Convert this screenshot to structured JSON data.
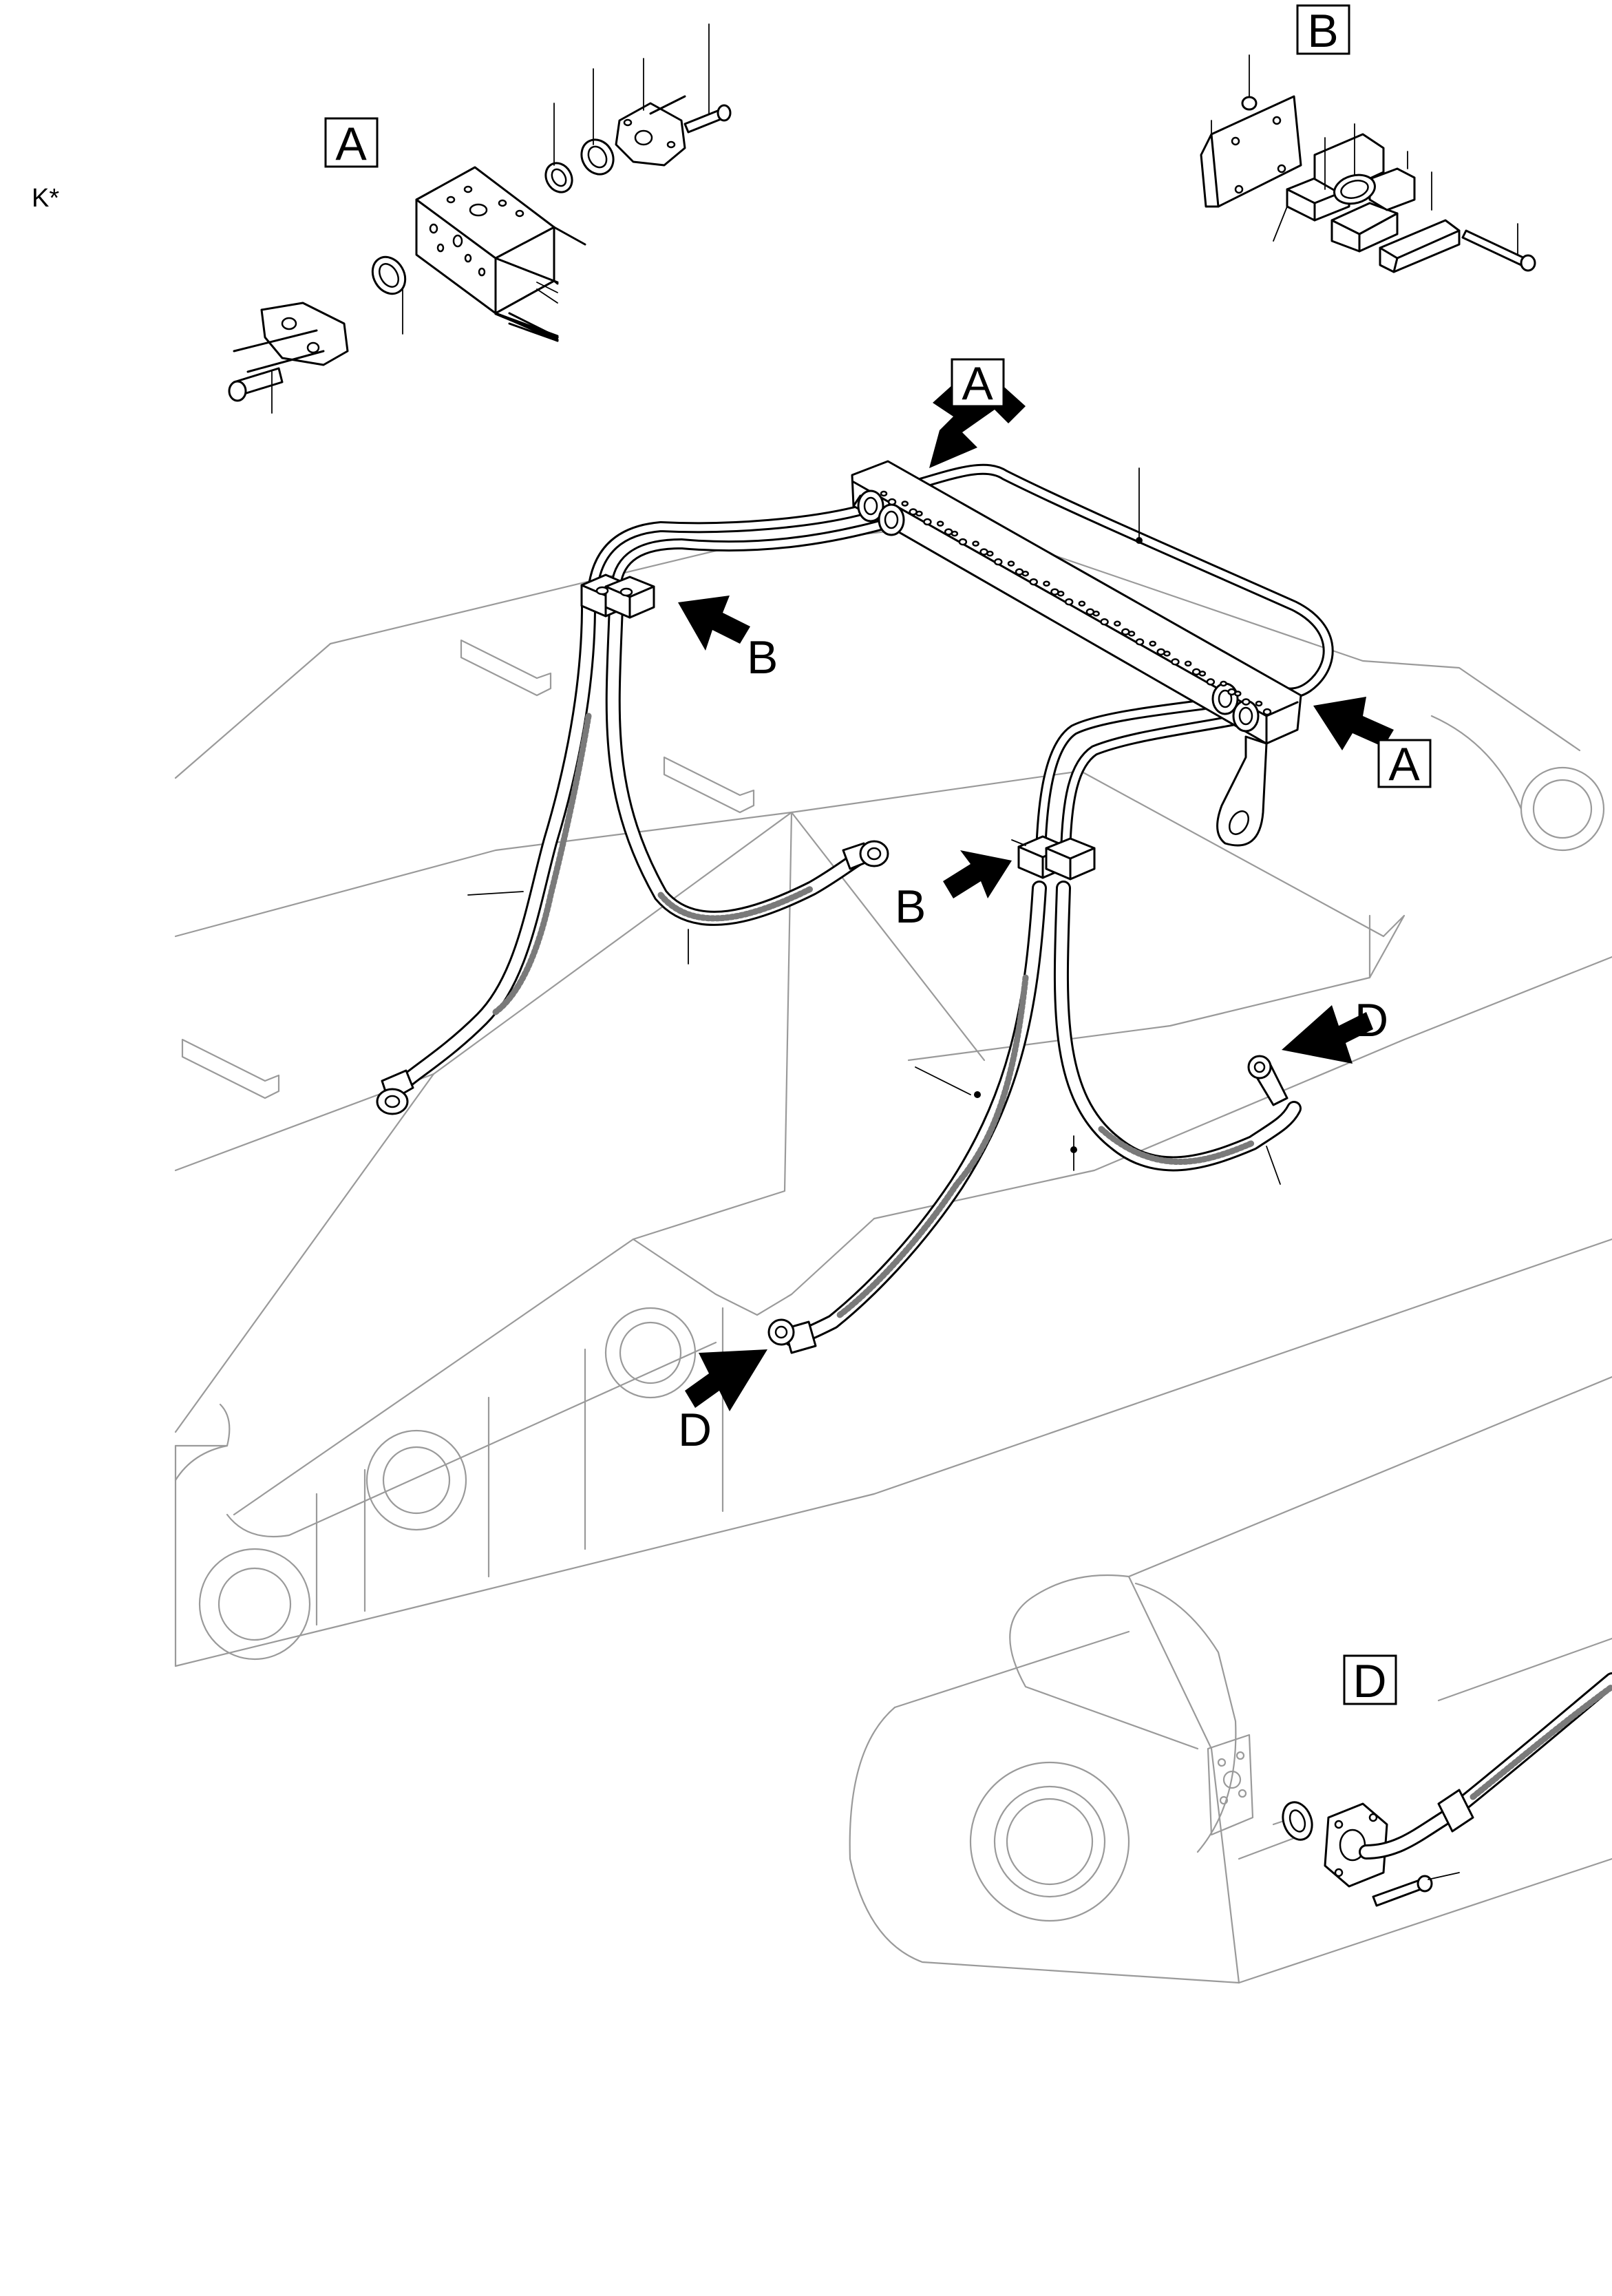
{
  "code": "K*",
  "callouts": {
    "detail_A_title": "A",
    "detail_B_title": "B",
    "detail_D_title": "D",
    "manifold_top": "A",
    "manifold_right": "A",
    "clamp_left": "B",
    "clamp_middle": "B",
    "hose_end_right": "D",
    "hose_end_left": "D"
  }
}
